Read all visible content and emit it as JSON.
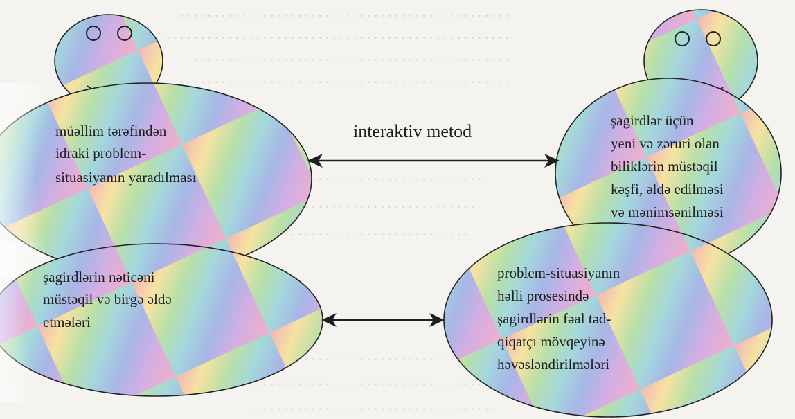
{
  "diagram": {
    "title": "interaktiv metod",
    "nodes": {
      "teacher_problem": {
        "lines": [
          "müəllim tərəfindən",
          "idraki  problem-",
          "situasiyanın yaradılması"
        ]
      },
      "student_discovery": {
        "lines": [
          "şagirdlər üçün",
          "yeni və zəruri olan",
          "biliklərin müstəqil",
          "kəşfi, əldə edilməsi",
          "və mənimsənilməsi"
        ]
      },
      "student_results": {
        "lines": [
          "şagirdlərin nəticəni",
          "müstəqil və birgə əldə",
          "etmələri"
        ]
      },
      "student_research": {
        "lines": [
          "problem-situasiyanın",
          "həlli prosesində",
          "şagirdlərin fəal təd-",
          "qiqatçı mövqeyinə",
          " həvəsləndirilmələri"
        ]
      }
    },
    "connections": [
      {
        "from": "teacher_problem",
        "to": "student_discovery",
        "type": "bidirectional-arrow"
      },
      {
        "from": "student_results",
        "to": "student_research",
        "type": "bidirectional-arrow"
      }
    ],
    "colors": {
      "background": "#f4f3ef",
      "spectrum": [
        "#f2b6b9",
        "#f6e2a2",
        "#b9e0a8",
        "#a4d7dc",
        "#a7b6e6",
        "#d4aee3",
        "#f0b0c8"
      ]
    }
  }
}
